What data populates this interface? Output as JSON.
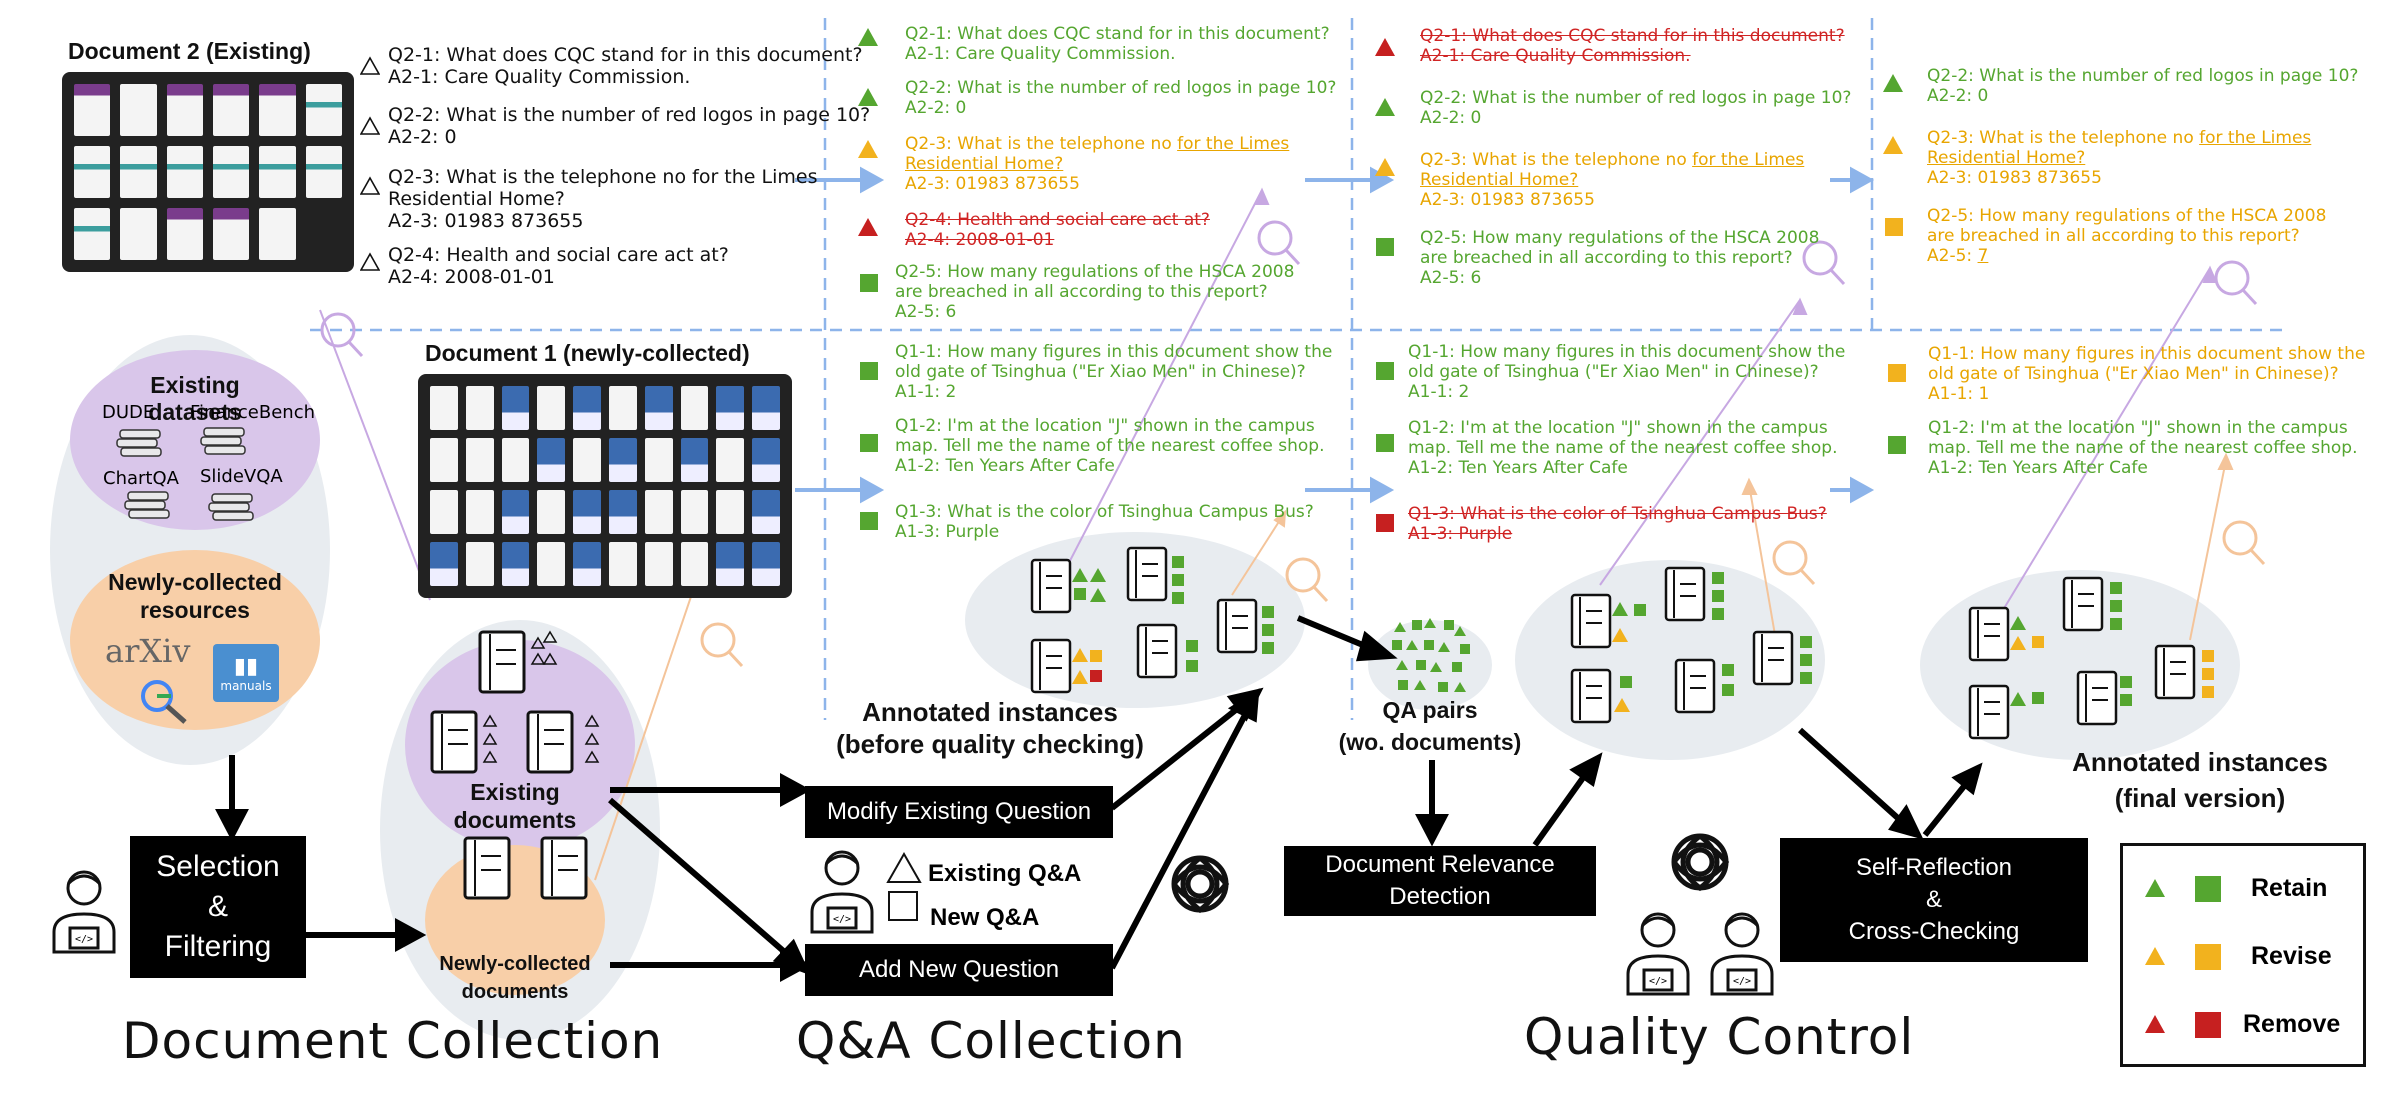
{
  "doc2": {
    "title": "Document 2 (Existing)",
    "qa": [
      {
        "q": "Q2-1: What does CQC stand for in this document?",
        "a": "A2-1: Care Quality Commission."
      },
      {
        "q": "Q2-2: What is the number of red logos in page 10?",
        "a": "A2-2: 0"
      },
      {
        "q1": "Q2-3: What is the telephone no for the Limes",
        "q2": "Residential Home?",
        "a": "A2-3: 01983 873655"
      },
      {
        "q": "Q2-4: Health and social care act at?",
        "a": "A2-4: 2008-01-01"
      }
    ]
  },
  "doc1": {
    "title": "Document 1 (newly-collected)"
  },
  "col1": {
    "d2": [
      {
        "q": "Q2-1: What does CQC stand for in this document?",
        "a": "A2-1: Care Quality Commission."
      },
      {
        "q": "Q2-2: What is the number of red logos in page 10?",
        "a": "A2-2: 0"
      },
      {
        "q1a": "Q2-3: What is the telephone no ",
        "q1b": "for the Limes",
        "q2": "Residential Home?",
        "a": "A2-3: 01983 873655"
      },
      {
        "q": "Q2-4: Health and social care act at?",
        "a": "A2-4: 2008-01-01"
      },
      {
        "q1": "Q2-5: How many regulations of the HSCA 2008",
        "q2": "are breached in all according to this report?",
        "a": "A2-5: 6"
      }
    ],
    "d1": [
      {
        "q1": "Q1-1: How many figures in this document show the",
        "q2": "old gate of Tsinghua (\"Er Xiao Men\" in Chinese)?",
        "a": "A1-1: 2"
      },
      {
        "q1": "Q1-2: I'm at the location \"J\" shown in the campus",
        "q2": "map. Tell me the name of the nearest coffee shop.",
        "a": "A1-2: Ten Years After Cafe"
      },
      {
        "q": "Q1-3: What is the color of Tsinghua Campus Bus?",
        "a": "A1-3: Purple"
      }
    ]
  },
  "col2": {
    "d2": [
      {
        "q": "Q2-1: What does CQC stand for in this document?",
        "a": "A2-1: Care Quality Commission."
      },
      {
        "q": "Q2-2: What is the number of red logos in page 10?",
        "a": "A2-2: 0"
      },
      {
        "q1a": "Q2-3: What is the telephone no ",
        "q1b": "for the Limes",
        "q2": "Residential Home?",
        "a": "A2-3: 01983 873655"
      },
      {
        "q1": "Q2-5: How many regulations of the HSCA 2008",
        "q2": "are breached in all according to this report?",
        "a": "A2-5: 6"
      }
    ],
    "d1": [
      {
        "q1": "Q1-1: How many figures in this document show the",
        "q2": "old gate of Tsinghua (\"Er Xiao Men\" in Chinese)?",
        "a": "A1-1: 2"
      },
      {
        "q1": "Q1-2: I'm at the location \"J\" shown in the campus",
        "q2": "map. Tell me the name of the nearest coffee shop.",
        "a": "A1-2: Ten Years After Cafe"
      },
      {
        "q": "Q1-3: What is the color of Tsinghua Campus Bus?",
        "a": "A1-3: Purple"
      }
    ]
  },
  "col3": {
    "d2": [
      {
        "q": "Q2-2: What is the number of red logos in page 10?",
        "a": "A2-2: 0"
      },
      {
        "q1a": "Q2-3: What is the telephone no ",
        "q1b": "for the Limes",
        "q2": "Residential Home?",
        "a": "A2-3: 01983 873655"
      },
      {
        "q1": "Q2-5: How many regulations of the HSCA 2008",
        "q2": "are breached in all according to this report?",
        "a1": "A2-5: ",
        "a2": "7"
      }
    ],
    "d1": [
      {
        "q1": "Q1-1: How many figures in this document show the",
        "q2": "old gate of Tsinghua (\"Er Xiao Men\" in Chinese)?",
        "a": "A1-1: 1"
      },
      {
        "q1": "Q1-2: I'm at the location \"J\" shown in the campus",
        "q2": "map. Tell me the name of the nearest coffee shop.",
        "a": "A1-2: Ten Years After Cafe"
      }
    ]
  },
  "left": {
    "existing_datasets": "Existing datasets",
    "ds": [
      "DUDE",
      "FinanceBench",
      "ChartQA",
      "SlideVQA"
    ],
    "newly_title1": "Newly-collected",
    "newly_title2": "resources",
    "arxiv": "arXiv",
    "manuals": "manuals"
  },
  "boxes": {
    "selection1": "Selection",
    "selection2": "&",
    "selection3": "Filtering",
    "modify": "Modify Existing Question",
    "add": "Add New Question",
    "relevance1": "Document Relevance",
    "relevance2": "Detection",
    "reflect1": "Self-Reflection",
    "reflect2": "&",
    "reflect3": "Cross-Checking"
  },
  "labels": {
    "existing_docs1": "Existing",
    "existing_docs2": "documents",
    "newly_docs1": "Newly-collected",
    "newly_docs2": "documents",
    "annotated1": "Annotated instances",
    "annotated2": "(before quality checking)",
    "qa_pairs1": "QA pairs",
    "qa_pairs2": "(wo. documents)",
    "final1": "Annotated instances",
    "final2": "(final version)",
    "existing_qa": "Existing Q&A",
    "new_qa": "New Q&A"
  },
  "sections": {
    "doc_collection": "Document Collection",
    "qa_collection": "Q&A Collection",
    "quality_control": "Quality Control"
  },
  "legend": {
    "retain": "Retain",
    "revise": "Revise",
    "remove": "Remove"
  },
  "colors": {
    "green": "#55a630",
    "yellow": "#e8a500",
    "red": "#d02424",
    "purple": "#d9c6ea",
    "orange": "#f8cfa8",
    "grey": "#e8ecf0",
    "arrow_blue": "#8db4ea"
  }
}
